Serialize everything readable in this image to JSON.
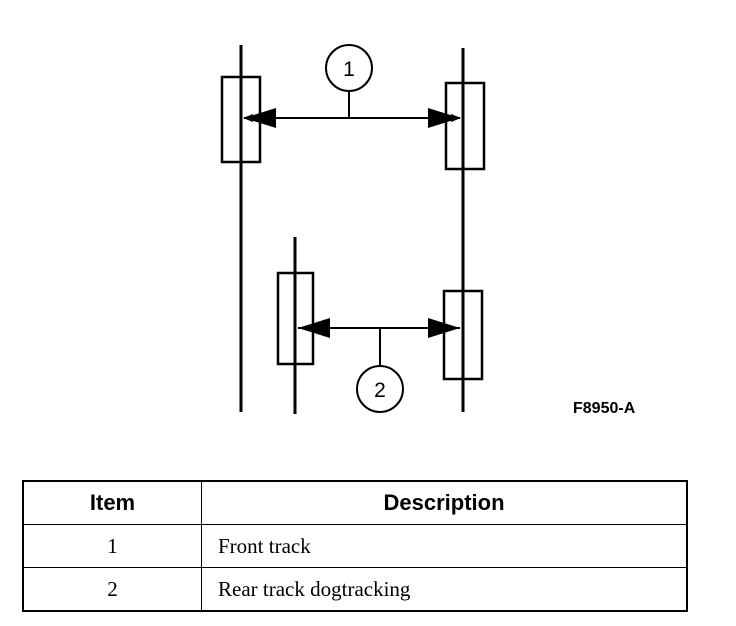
{
  "diagram": {
    "callouts": [
      {
        "number": "1"
      },
      {
        "number": "2"
      }
    ],
    "figure_code": "F8950-A"
  },
  "table": {
    "headers": {
      "item": "Item",
      "description": "Description"
    },
    "rows": [
      {
        "item": "1",
        "description": "Front track"
      },
      {
        "item": "2",
        "description": "Rear track dogtracking"
      }
    ]
  }
}
